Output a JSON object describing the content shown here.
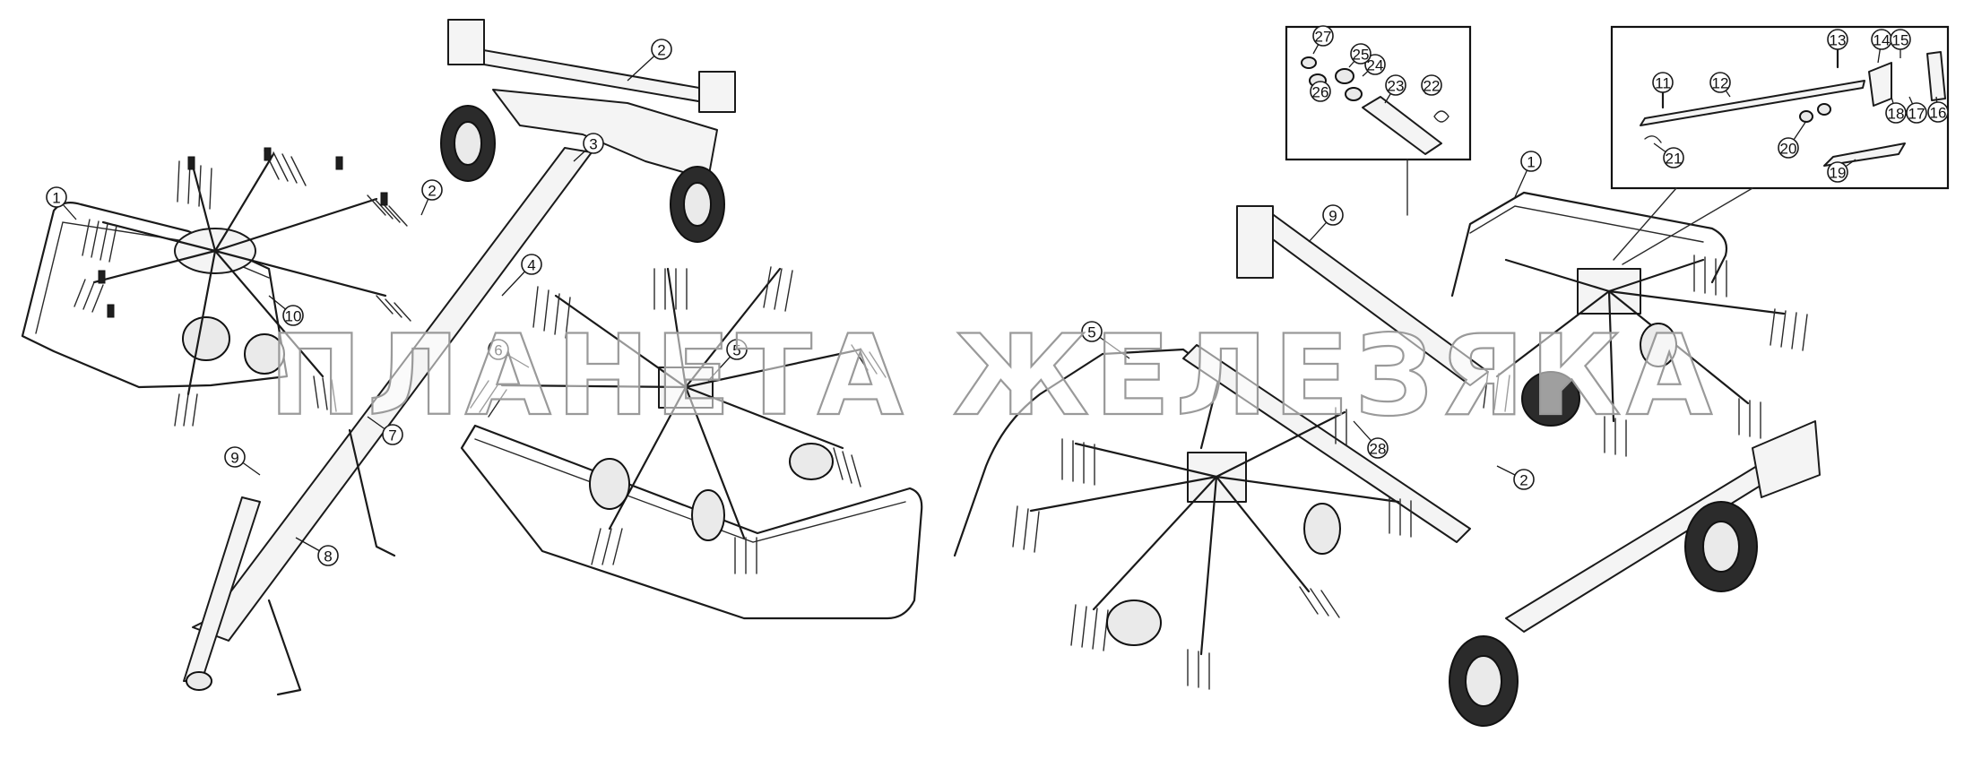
{
  "diagram": {
    "watermark": "ПЛАНЕТА ЖЕЛЕЗЯКА",
    "colors": {
      "line": "#1a1a1a",
      "background": "#ffffff",
      "watermark_stroke": "#9a9a9a"
    },
    "left_view": {
      "callouts": [
        "1",
        "2",
        "2",
        "3",
        "4",
        "5",
        "6",
        "7",
        "8",
        "9",
        "10"
      ]
    },
    "right_view": {
      "callouts": [
        "1",
        "2",
        "5",
        "9",
        "28"
      ]
    },
    "inset_left": {
      "callouts": [
        "22",
        "23",
        "24",
        "25",
        "26",
        "27"
      ]
    },
    "inset_right": {
      "callouts": [
        "11",
        "12",
        "13",
        "14",
        "15",
        "16",
        "17",
        "18",
        "19",
        "20",
        "21"
      ]
    }
  }
}
